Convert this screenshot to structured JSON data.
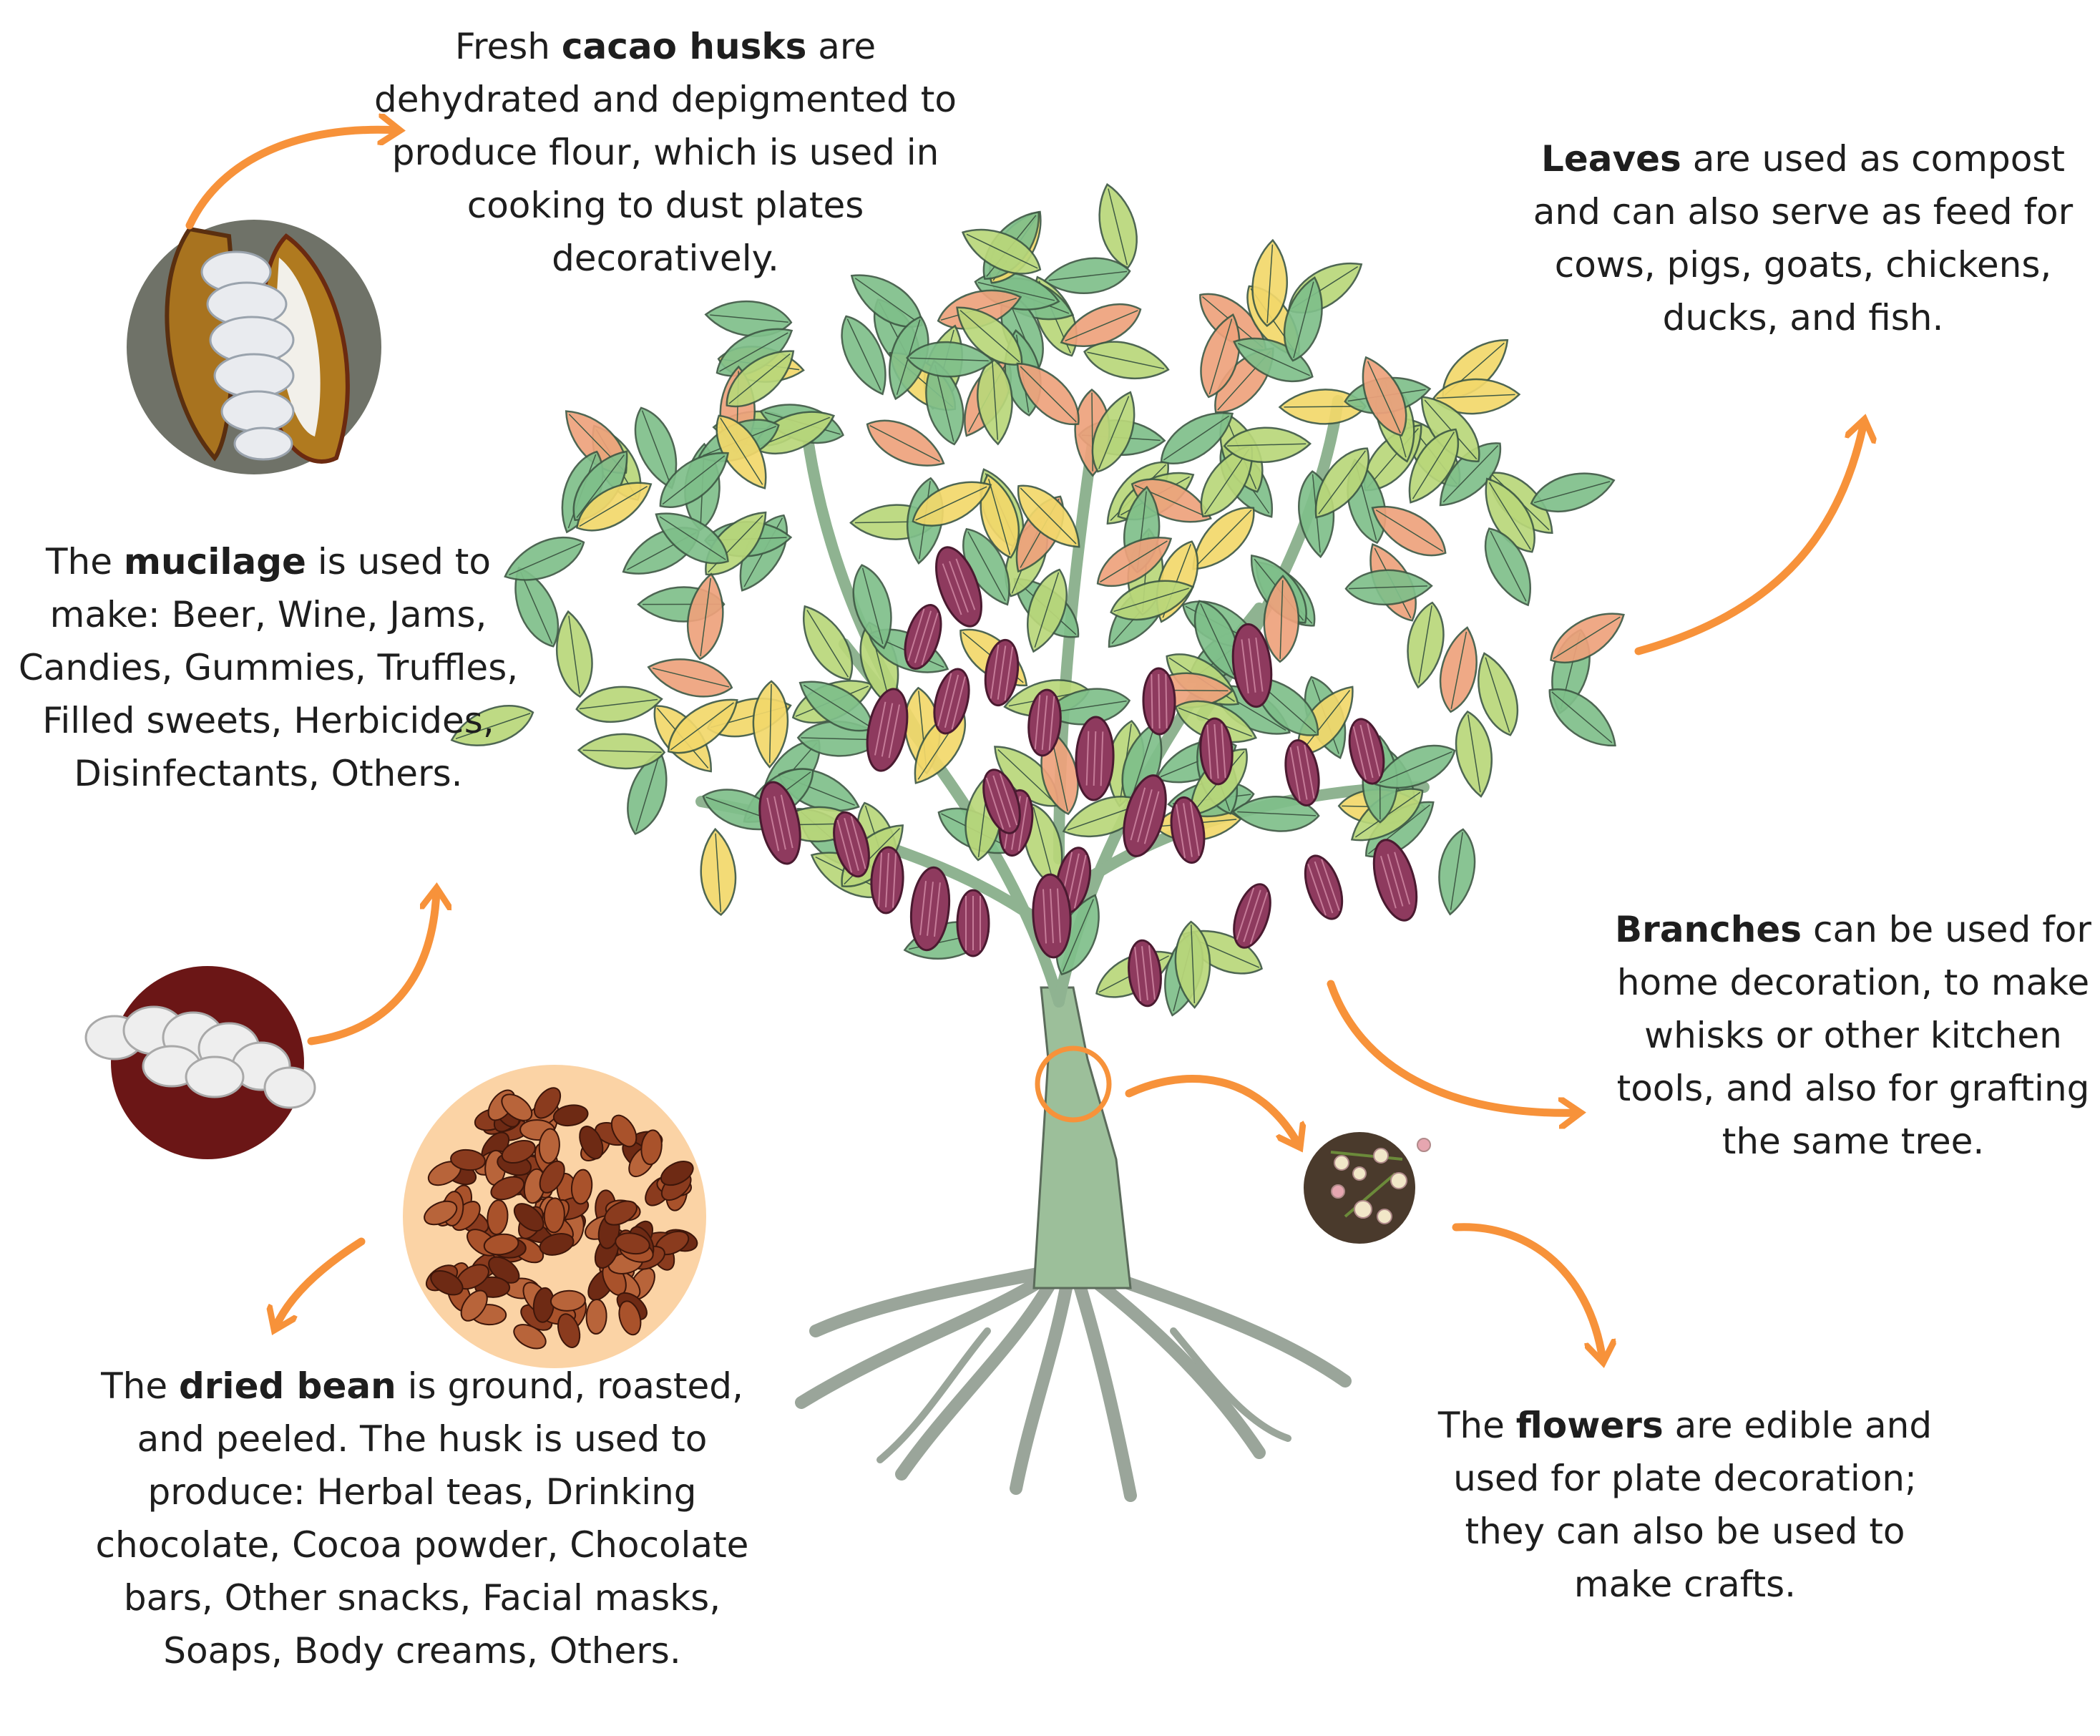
{
  "captions": {
    "husks": {
      "pre": "Fresh ",
      "bold": "cacao husks",
      "post": " are dehydrated and depigmented to produce flour, which is used in cooking to dust plates decoratively."
    },
    "leaves": {
      "pre": "",
      "bold": "Leaves",
      "post": " are used as compost and can also serve as feed for cows, pigs, goats, chickens, ducks, and fish."
    },
    "mucilage": {
      "pre": "The ",
      "bold": "mucilage",
      "post": " is used to make: Beer, Wine, Jams, Candies, Gummies, Truffles, Filled sweets, Herbicides, Disinfectants, Others."
    },
    "branches": {
      "pre": "",
      "bold": "Branches",
      "post": " can be used for home decoration, to make whisks or other kitchen tools, and also for grafting the same tree."
    },
    "flowers": {
      "pre": "The ",
      "bold": "flowers",
      "post": " are edible and used for plate decoration; they can also be used to make crafts."
    },
    "driedbean": {
      "pre": "The ",
      "bold": "dried bean",
      "post": " is ground, roasted, and peeled. The husk is used to produce: Herbal teas, Drinking chocolate, Cocoa powder, Chocolate bars, Other snacks, Facial masks, Soaps, Body creams, Others."
    }
  },
  "colors": {
    "arrow": "#f7923a",
    "leaf_green": "#7fbf8a",
    "leaf_light": "#b9d77a",
    "leaf_orange": "#eea27c",
    "leaf_yellow": "#f2d86b",
    "pod": "#8e3a5e",
    "trunk": "#9cbf9a",
    "root": "#9aa59a",
    "husk_bg": "#6f7268",
    "mucilage_bg": "#6b1616",
    "bean_bg": "#fbd3a5",
    "flower_bg": "#4a3a2c"
  },
  "icons": [
    "cacao-husk-photo",
    "mucilage-photo",
    "dried-beans-photo",
    "flower-photo",
    "cacao-tree-illustration"
  ]
}
